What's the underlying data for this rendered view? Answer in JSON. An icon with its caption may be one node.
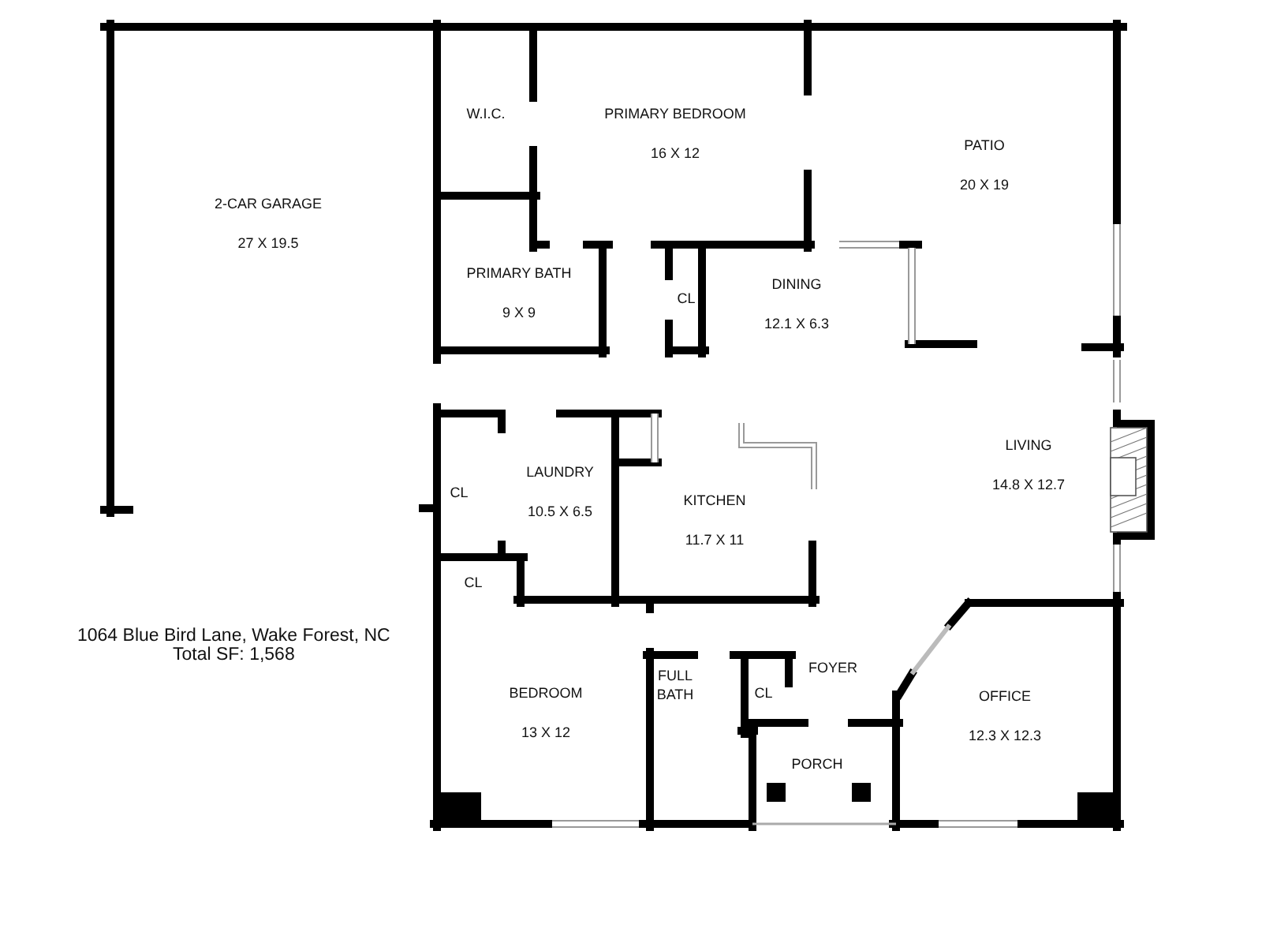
{
  "diagram": {
    "nodes": [
      {
        "text": [
          "2-CAR GARAGE",
          "27 X 19.5"
        ]
      },
      {
        "text": [
          "W.I.C."
        ]
      },
      {
        "text": [
          "PRIMARY BEDROOM",
          "16 X 12"
        ]
      },
      {
        "text": [
          "PATIO",
          "20 X 19"
        ]
      },
      {
        "text": [
          "PRIMARY BATH",
          "9 X 9"
        ]
      },
      {
        "text": [
          "CL"
        ]
      },
      {
        "text": [
          "DINING",
          "12.1 X 6.3"
        ]
      },
      {
        "text": [
          "LIVING",
          "14.8 X 12.7"
        ]
      },
      {
        "text": [
          "CL"
        ]
      },
      {
        "text": [
          "LAUNDRY",
          "10.5 X 6.5"
        ]
      },
      {
        "text": [
          "KITCHEN",
          "11.7 X 11"
        ]
      },
      {
        "text": [
          "CL"
        ]
      },
      {
        "text": [
          "FOYER"
        ]
      },
      {
        "text": [
          "BEDROOM",
          "13 X 12"
        ]
      },
      {
        "text": [
          "FULL BATH"
        ]
      },
      {
        "text": [
          "CL"
        ]
      },
      {
        "text": [
          "OFFICE",
          "12.3 X 12.3"
        ]
      },
      {
        "text": [
          "PORCH"
        ]
      }
    ],
    "edges": [],
    "labels": [
      "1064 Blue Bird Lane, Wake Forest, NC",
      "Total SF: 1,568"
    ]
  }
}
